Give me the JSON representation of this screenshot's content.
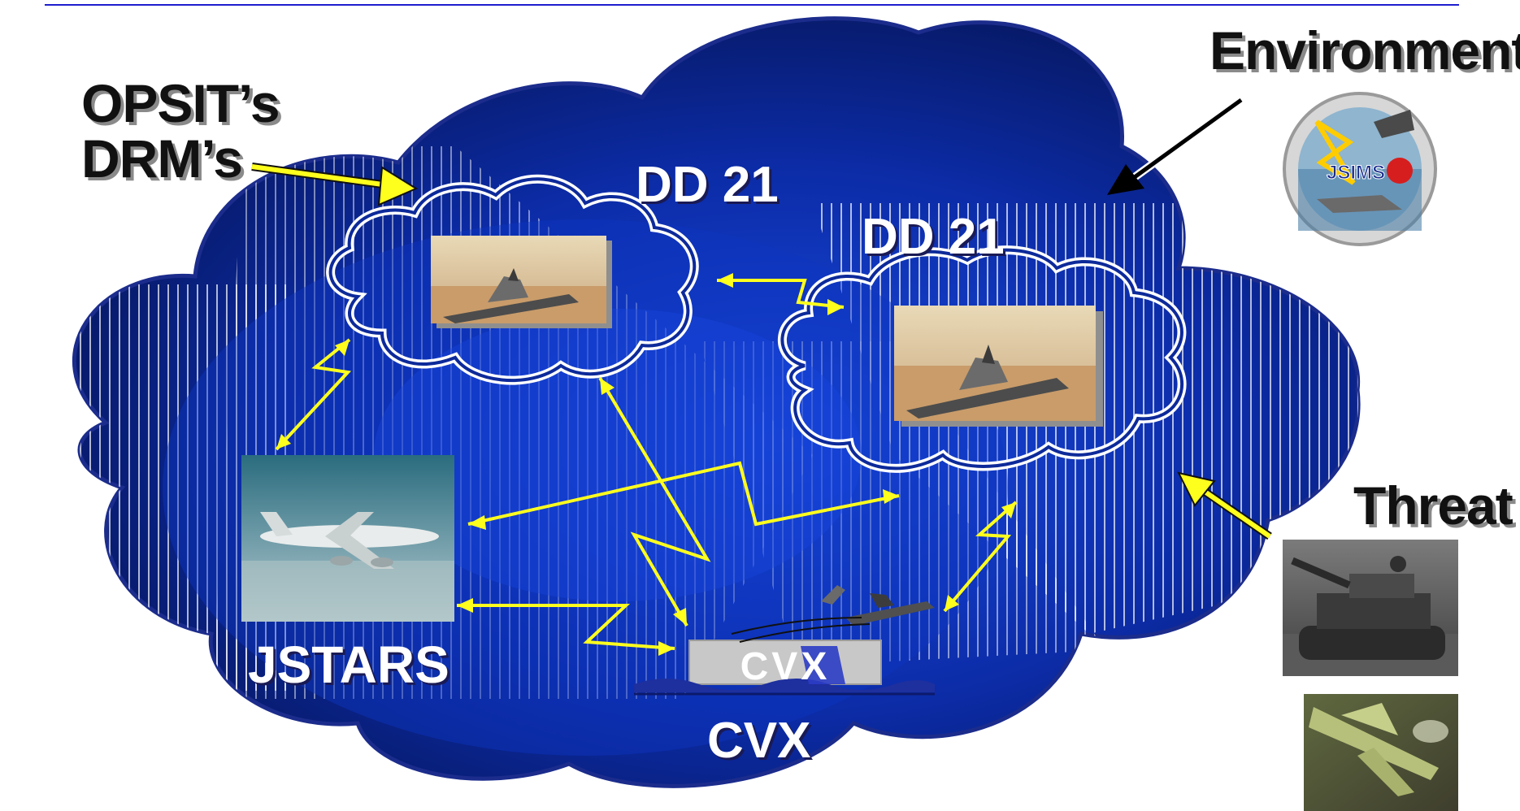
{
  "labels": {
    "opsit_line1": "OPSIT’s",
    "opsit_line2": "DRM’s",
    "environment": "Environment",
    "threat": "Threat",
    "dd21_left": "DD 21",
    "dd21_right": "DD 21",
    "jstars": "JSTARS",
    "cvx": "CVX",
    "emblem_text": "JSIMS",
    "cvx_logo_text": "CVX"
  },
  "colors": {
    "cloud_dark": "#05134f",
    "cloud_mid": "#0d2fb4",
    "cloud_outline": "#1b2c8c",
    "connector_yellow": "#ffff1e",
    "environment_arrow": "#000000",
    "rule_line": "#1e1ecf"
  },
  "icons": {
    "environment_emblem": "jsims-emblem-icon",
    "ship_left": "ship-photo-icon",
    "ship_right": "ship-photo-icon",
    "aircraft": "jstars-aircraft-icon",
    "carrier": "cvx-carrier-logo-icon",
    "tank": "tank-photo-icon",
    "fighter": "fighter-jet-photo-icon"
  }
}
